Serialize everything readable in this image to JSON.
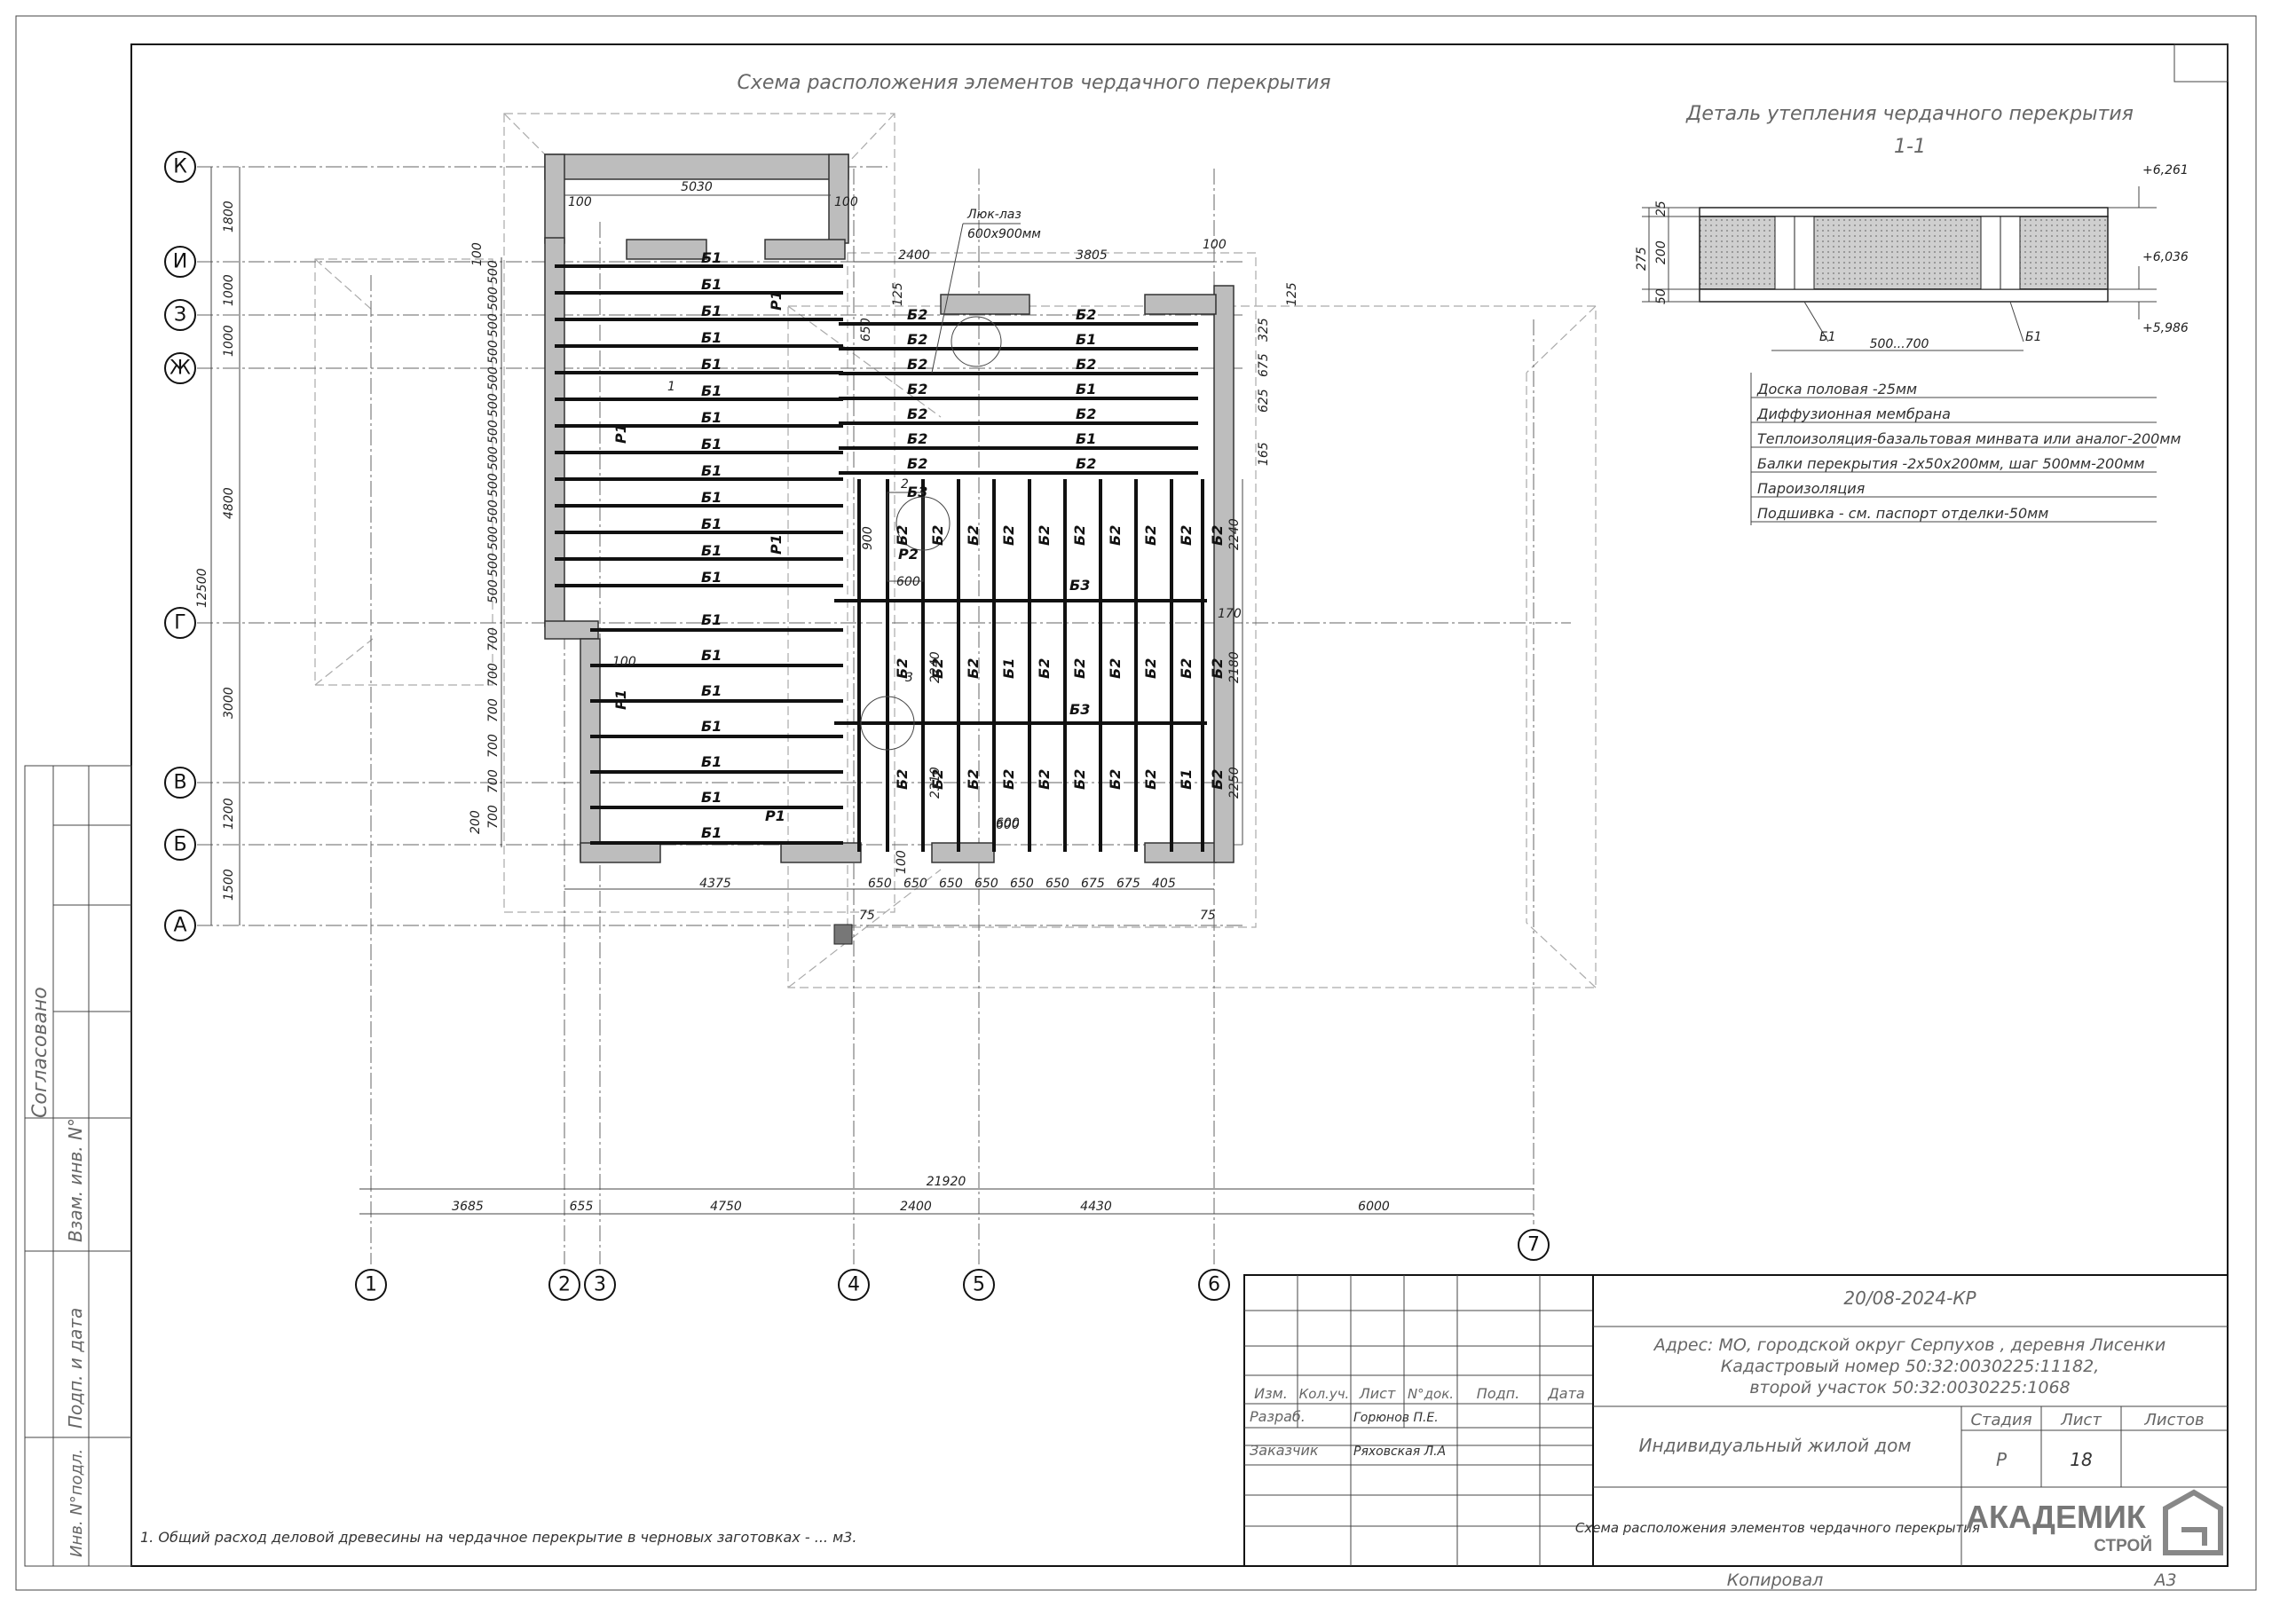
{
  "plan": {
    "title": "Схема расположения элементов чердачного перекрытия",
    "row_axes": [
      "К",
      "И",
      "З",
      "Ж",
      "Г",
      "В",
      "Б",
      "А"
    ],
    "col_axes": [
      "1",
      "2",
      "3",
      "4",
      "5",
      "6",
      "7"
    ],
    "row_dims": [
      "1800",
      "1000",
      "1000",
      "4800",
      "3000",
      "1200",
      "1500"
    ],
    "total_row_dim": "12500",
    "col_dims": [
      "3685",
      "655",
      "4750",
      "2400",
      "4430",
      "6000"
    ],
    "total_col_dim": "21920",
    "top_dims": [
      "100",
      "5030",
      "100",
      "2400",
      "3805",
      "100",
      "100",
      "125",
      "125"
    ],
    "bottom_dims": [
      "4375",
      "650",
      "650",
      "650",
      "650",
      "650",
      "650",
      "675",
      "675",
      "405",
      "75",
      "75",
      "600",
      "100"
    ],
    "right_dims": [
      "2240",
      "170",
      "2180",
      "2250"
    ],
    "left_spacings": [
      "500",
      "700",
      "200",
      "100"
    ],
    "inner_dims": [
      "650",
      "600",
      "900",
      "2240",
      "2310",
      "600",
      "325",
      "625",
      "675",
      "165"
    ],
    "hatch_label": "Люк-лаз",
    "hatch_size": "600х900мм",
    "marks": {
      "b1": "Б1",
      "b2": "Б2",
      "b3": "Б3",
      "r1": "Р1",
      "r2": "Р2"
    },
    "section_marks": [
      "1",
      "2",
      "3"
    ]
  },
  "detail": {
    "title": "Деталь утепления чердачного перекрытия",
    "section": "1-1",
    "levels": [
      "+6,261",
      "+6,036",
      "+5,986"
    ],
    "thickness": [
      "25",
      "200",
      "50",
      "275"
    ],
    "spacing": "500...700",
    "beam": "Б1",
    "layers": [
      "Доска половая -25мм",
      "Диффузионная мембрана",
      "Теплоизоляция-базальтовая минвата или аналог-200мм",
      "Балки перекрытия -2х50х200мм, шаг 500мм-200мм",
      "Пароизоляция",
      "Подшивка - см. паспорт отделки-50мм"
    ]
  },
  "note": "1. Общий расход деловой древесины на чердачное перекрытие в черновых заготовках -  ... м3.",
  "side_stamps": [
    "Согласовано",
    "Взам. инв. N°",
    "Подп. и дата",
    "Инв. N°подл."
  ],
  "title_block": {
    "code": "20/08-2024-КР",
    "address_1": "Адрес: МО, городской округ Серпухов , деревня Лисенки",
    "address_2": "Кадастровый номер 50:32:0030225:11182,",
    "address_3": "второй участок 50:32:0030225:1068",
    "headers": [
      "Изм.",
      "Кол.уч.",
      "Лист",
      "N°док.",
      "Подп.",
      "Дата"
    ],
    "roles": [
      "Разраб.",
      "Заказчик"
    ],
    "names": [
      "Горюнов П.Е.",
      "Ряховская Л.А"
    ],
    "object": "Индивидуальный жилой дом",
    "stage_header": "Стадия",
    "sheet_header": "Лист",
    "sheets_header": "Листов",
    "stage": "Р",
    "sheet": "18",
    "sheets": "",
    "drawing_name": "Схема расположения элементов чердачного перекрытия",
    "logo_main": "АКАДЕМИК",
    "logo_sub": "СТРОЙ"
  },
  "footer": {
    "copied": "Копировал",
    "format": "А3"
  }
}
